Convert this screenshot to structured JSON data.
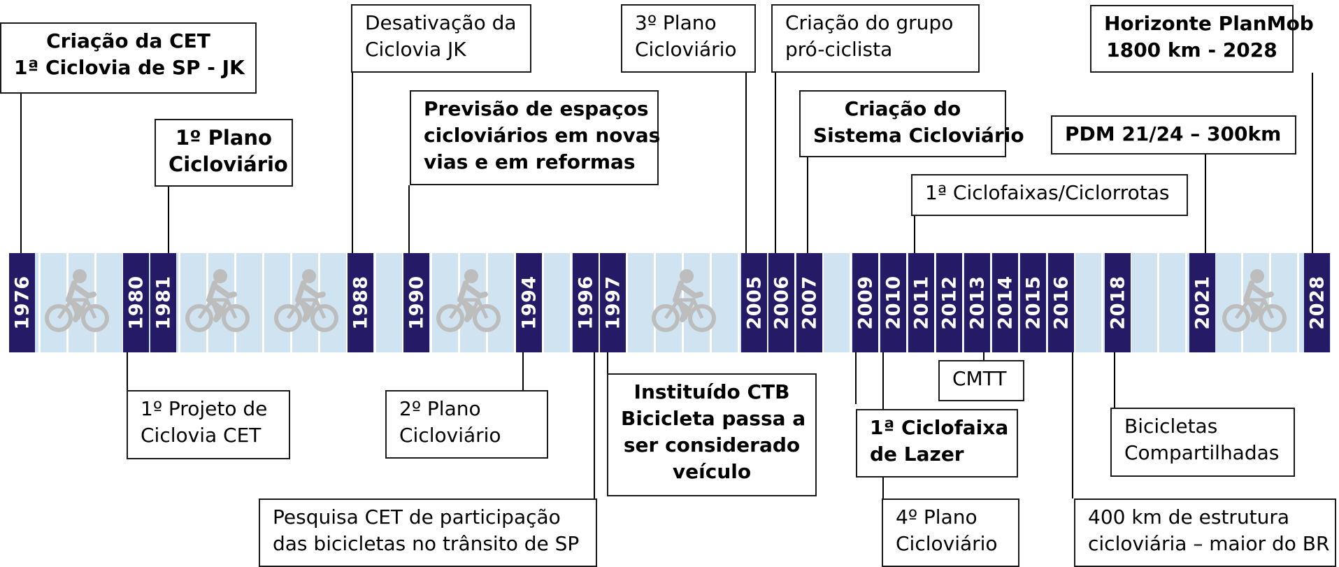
{
  "timeline": {
    "years": [
      "1976",
      "1980",
      "1981",
      "1988",
      "1990",
      "1994",
      "1996",
      "1997",
      "2005",
      "2006",
      "2007",
      "2009",
      "2010",
      "2011",
      "2012",
      "2013",
      "2014",
      "2015",
      "2016",
      "2018",
      "2021",
      "2028"
    ],
    "events": {
      "e1976": [
        "Criação da CET",
        "1ª Ciclovia de SP - JK"
      ],
      "e1980": [
        "1º Projeto de",
        "Ciclovia CET"
      ],
      "e1981": [
        "1º Plano",
        "Cicloviário"
      ],
      "e1988": [
        "Desativação da",
        "Ciclovia JK"
      ],
      "e1990": [
        "Previsão de espaços",
        "cicloviários em novas",
        "vias e em reformas"
      ],
      "e1994": [
        "2º Plano",
        "Cicloviário"
      ],
      "e1996": [
        "Pesquisa CET de participação",
        "das bicicletas no trânsito de SP"
      ],
      "e1997": [
        "Instituído CTB",
        "Bicicleta passa a",
        "ser considerado",
        "veículo"
      ],
      "e2005": [
        "3º Plano",
        "Cicloviário"
      ],
      "e2006": [
        "Criação do grupo",
        "pró-ciclista"
      ],
      "e2007": [
        "Criação do",
        "Sistema Cicloviário"
      ],
      "e2009": [
        "1ª Ciclofaixa",
        "de Lazer"
      ],
      "e2010": [
        "4º Plano",
        "Cicloviário"
      ],
      "e2011": [
        "1ª Ciclofaixas/Ciclorrotas"
      ],
      "e2013": [
        "CMTT"
      ],
      "e2016": [
        "400 km de estrutura",
        "cicloviária – maior do BR"
      ],
      "e2018": [
        "Bicicletas",
        "Compartilhadas"
      ],
      "e2021": [
        "PDM 21/24 – 300km"
      ],
      "e2028": [
        "Horizonte PlanMob",
        "1800 km - 2028"
      ]
    }
  },
  "colors": {
    "year_fill": "#251a66",
    "band": "#cfe3f0",
    "bike": "#bdbdbd"
  },
  "icons": [
    "bicycle-icon"
  ]
}
